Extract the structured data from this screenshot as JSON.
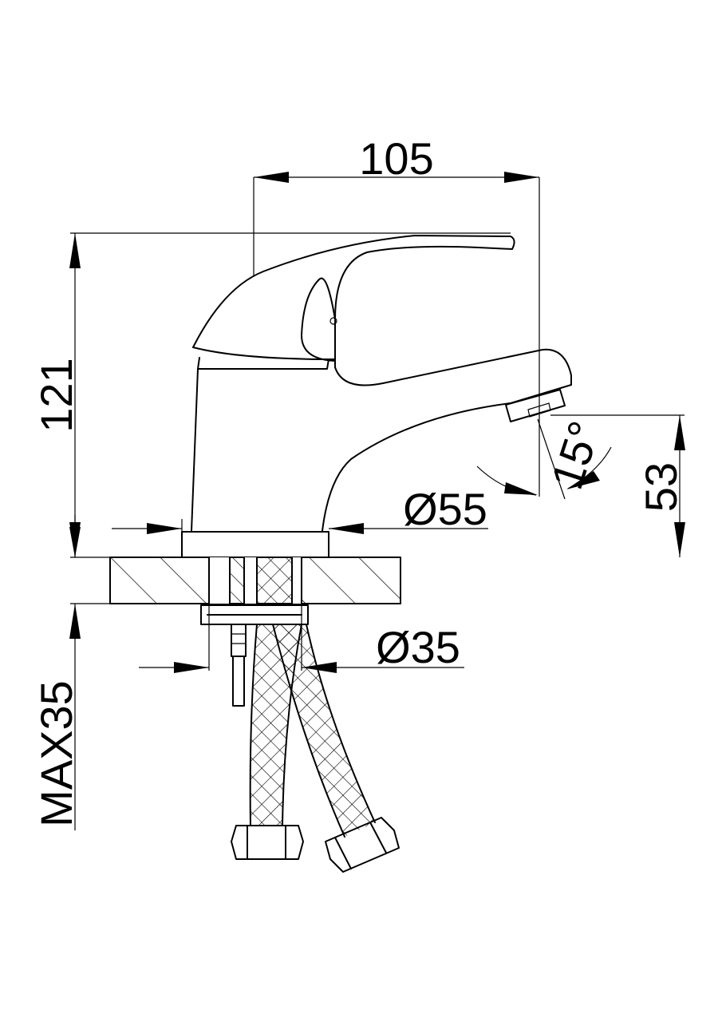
{
  "dimensions": {
    "spout_reach": "105",
    "total_height": "121",
    "spout_height": "53",
    "spout_angle": "15°",
    "base_diameter": "Ø55",
    "hole_diameter": "Ø35",
    "max_thickness": "MAX35"
  }
}
